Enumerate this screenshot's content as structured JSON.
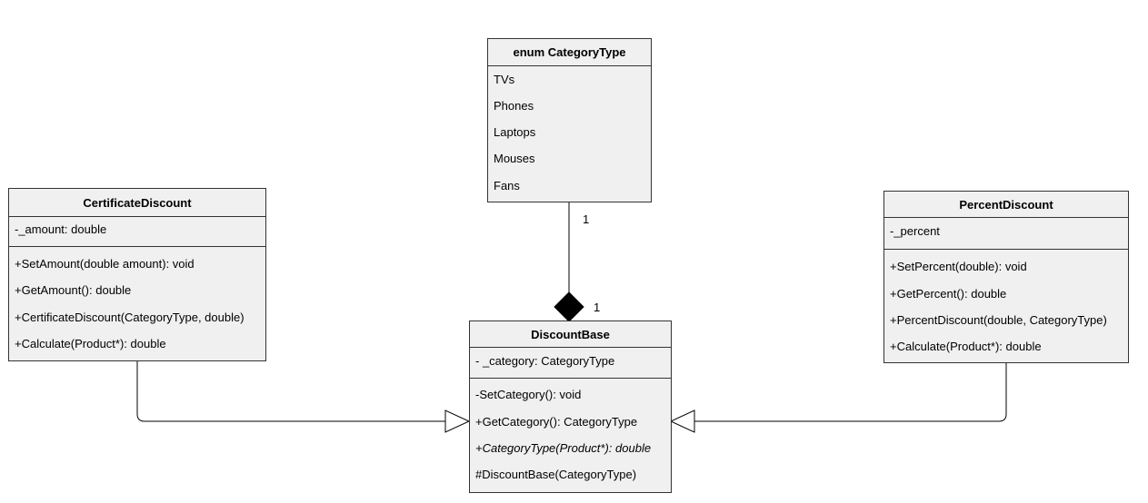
{
  "enum_box": {
    "title": "enum CategoryType",
    "values": [
      "TVs",
      "Phones",
      "Laptops",
      "Mouses",
      "Fans"
    ]
  },
  "certificate_box": {
    "title": "CertificateDiscount",
    "fields": [
      "-_amount: double"
    ],
    "methods": [
      "+SetAmount(double amount): void",
      "+GetAmount(): double",
      "+CertificateDiscount(CategoryType, double)",
      "+Calculate(Product*): double"
    ]
  },
  "discount_base_box": {
    "title": "DiscountBase",
    "fields": [
      "- _category: CategoryType"
    ],
    "methods": [
      "-SetCategory(): void",
      "+GetCategory(): CategoryType",
      "+CategoryType(Product*): double",
      "#DiscountBase(CategoryType)"
    ]
  },
  "percent_box": {
    "title": "PercentDiscount",
    "fields": [
      "-_percent"
    ],
    "methods": [
      "+SetPercent(double): void",
      "+GetPercent(): double",
      "+PercentDiscount(double, CategoryType)",
      "+Calculate(Product*): double"
    ]
  },
  "composition": {
    "source_multiplicity": "1",
    "target_multiplicity": "1"
  },
  "colors": {
    "box_fill": "#f0f0f0",
    "stroke": "#000000"
  }
}
